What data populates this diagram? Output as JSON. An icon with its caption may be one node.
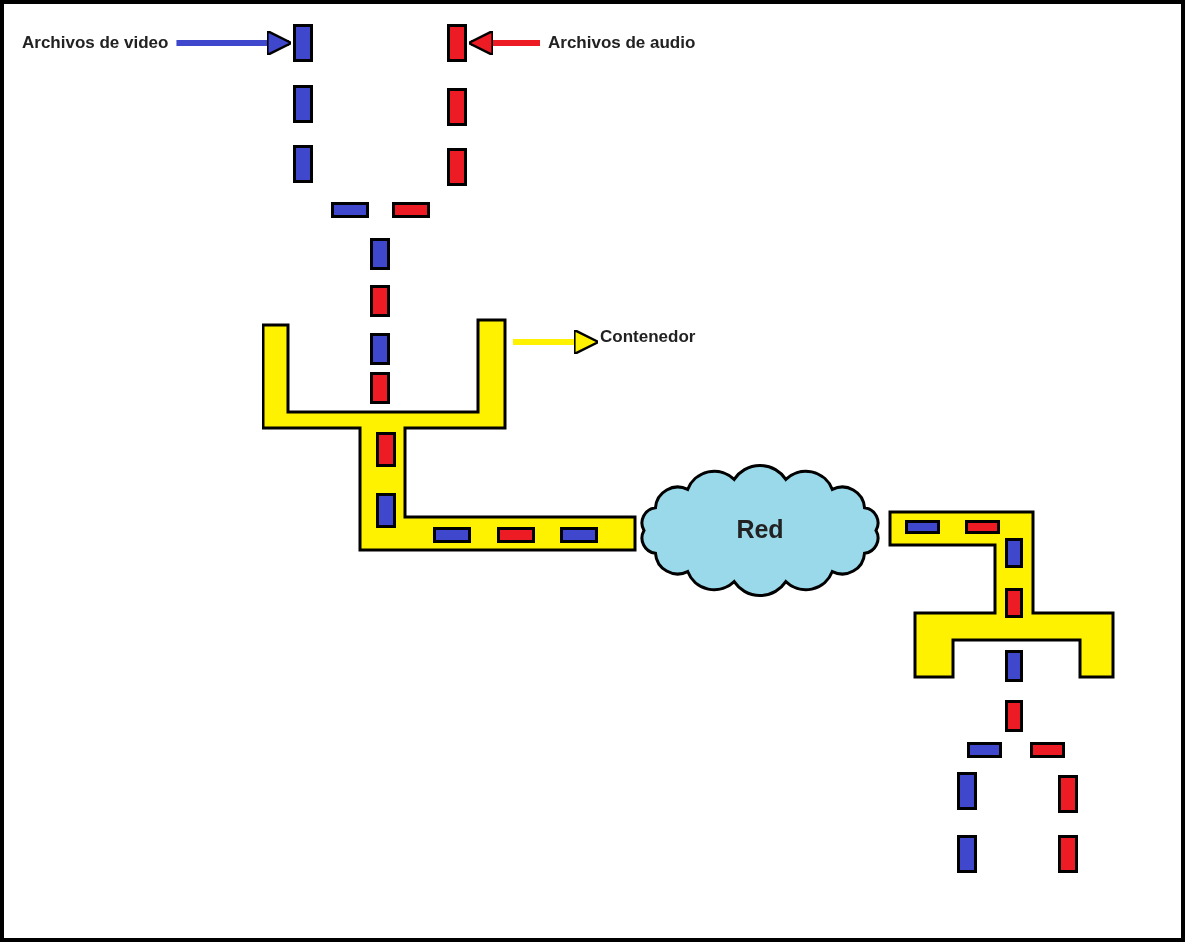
{
  "diagram": {
    "nodes": [
      {
        "text": [
          "Archivos de video"
        ]
      },
      {
        "text": [],
        "shape": "bar"
      },
      {
        "text": [
          "Archivos de audio"
        ]
      },
      {
        "text": [],
        "shape": "bar"
      },
      {
        "text": [],
        "shape": "box"
      },
      {
        "text": [
          "Contenedor"
        ]
      },
      {
        "text": [
          "Red"
        ]
      },
      {
        "text": [],
        "shape": "bar"
      },
      {
        "text": [],
        "shape": "bar"
      },
      {
        "text": [],
        "shape": "bar"
      },
      {
        "text": [],
        "shape": "bar"
      },
      {
        "text": [],
        "shape": "bar"
      },
      {
        "text": [],
        "shape": "bar"
      },
      {
        "text": [],
        "shape": "bar"
      },
      {
        "text": [],
        "shape": "bar"
      },
      {
        "text": [],
        "shape": "bar"
      },
      {
        "text": [],
        "shape": "bar"
      },
      {
        "text": [],
        "shape": "bar",
        "in": 4
      },
      {
        "text": [],
        "shape": "bar",
        "in": 4
      },
      {
        "text": [],
        "shape": "bar",
        "in": 4
      },
      {
        "text": [],
        "shape": "bar",
        "in": 4
      },
      {
        "text": [],
        "shape": "bar",
        "in": 4
      },
      {
        "text": [],
        "shape": "bar"
      },
      {
        "text": [],
        "shape": "bar"
      },
      {
        "text": [],
        "shape": "bar"
      },
      {
        "text": [],
        "shape": "bar"
      },
      {
        "text": [],
        "shape": "bar"
      },
      {
        "text": [],
        "shape": "bar"
      },
      {
        "text": [],
        "shape": "bar"
      },
      {
        "text": [],
        "shape": "bar"
      },
      {
        "text": [],
        "shape": "bar"
      },
      {
        "text": [],
        "shape": "bar"
      },
      {
        "text": [],
        "shape": "bar"
      },
      {
        "text": [],
        "shape": "bar"
      }
    ],
    "edges": [
      {
        "from": 0,
        "to": 1,
        "arrow": "to",
        "color": "#3f48cc"
      },
      {
        "from": 2,
        "to": 3,
        "arrow": "to",
        "color": "#ed1c24"
      },
      {
        "from": 4,
        "to": 5,
        "arrow": "to",
        "color": "#fff200"
      }
    ]
  }
}
